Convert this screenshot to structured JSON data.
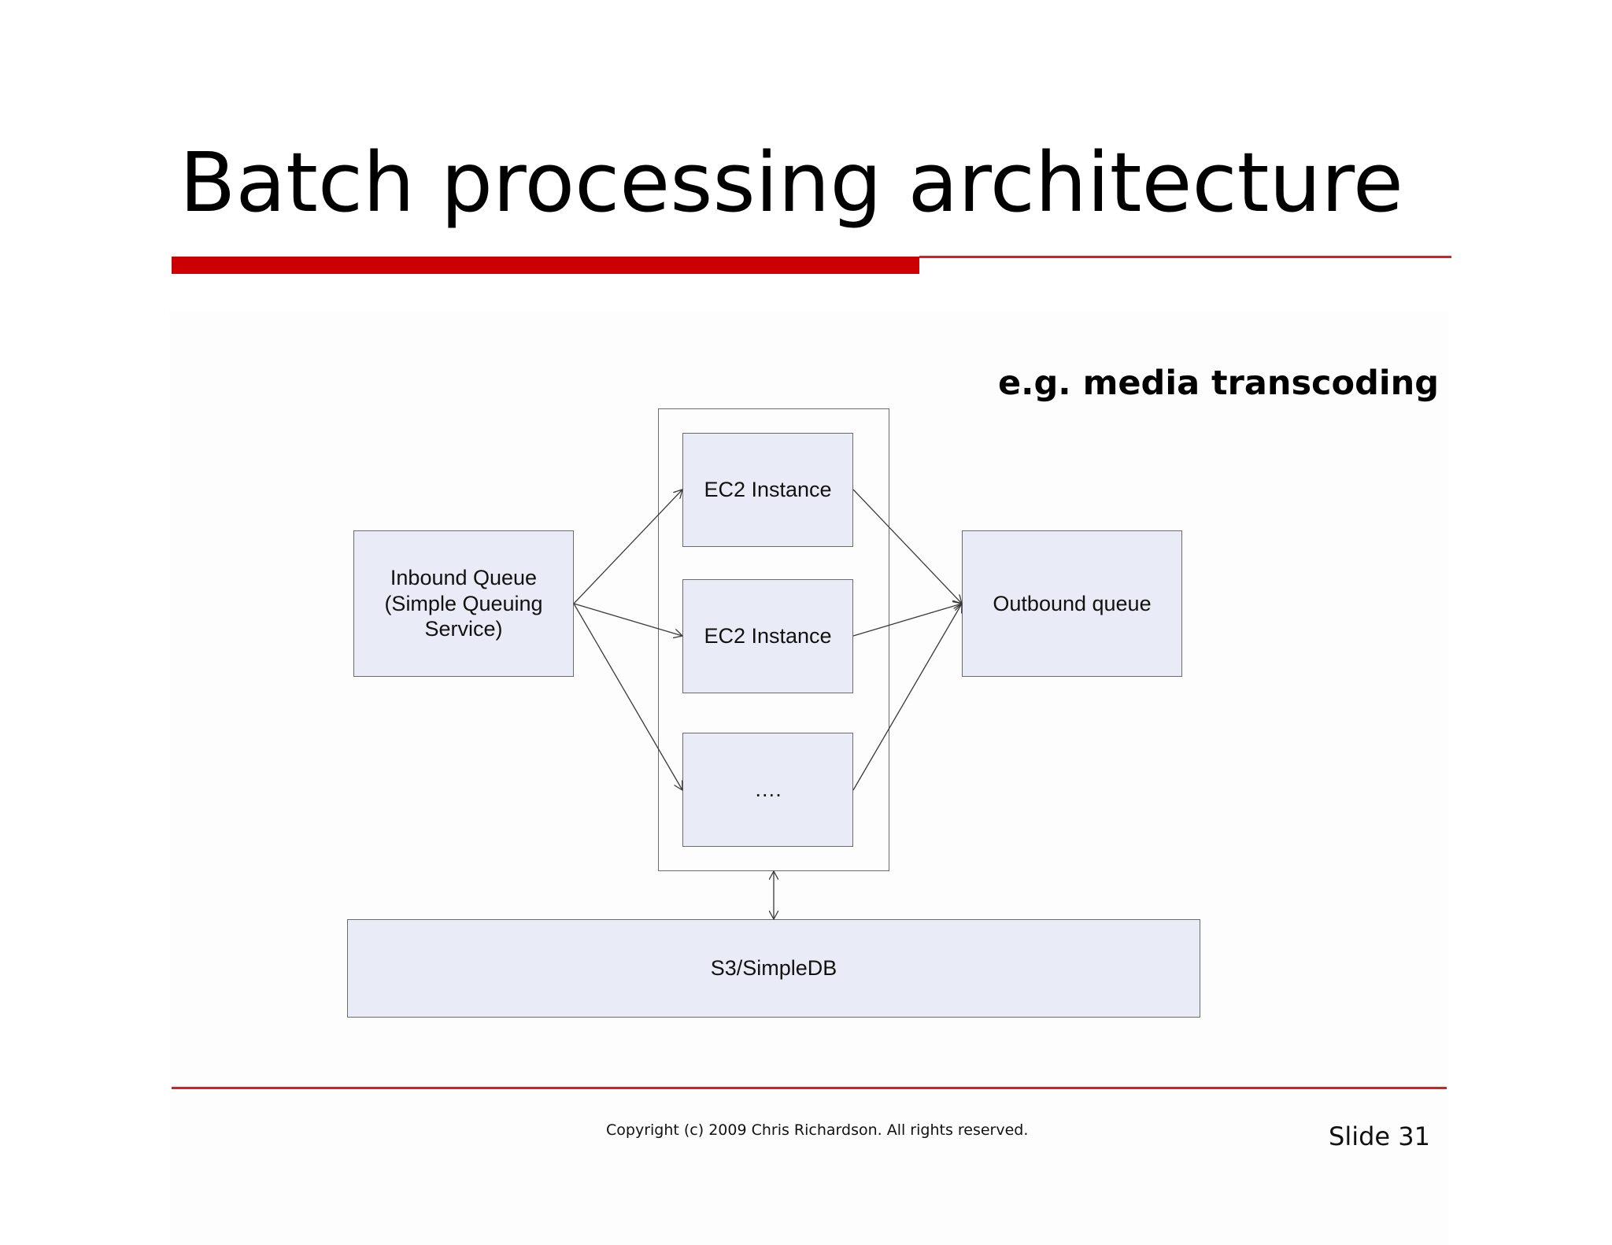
{
  "slide": {
    "title": "Batch processing architecture",
    "subtitle": "e.g. media transcoding",
    "accent_color": "#cc0000"
  },
  "diagram": {
    "nodes": {
      "inbound_queue": "Inbound Queue\n(Simple Queuing\nService)",
      "ec2_instance_1": "EC2 Instance",
      "ec2_instance_2": "EC2 Instance",
      "ec2_more": "….",
      "outbound_queue": "Outbound queue",
      "storage": "S3/SimpleDB"
    },
    "edges": [
      {
        "from": "inbound_queue",
        "to": "ec2_instance_1"
      },
      {
        "from": "inbound_queue",
        "to": "ec2_instance_2"
      },
      {
        "from": "inbound_queue",
        "to": "ec2_more"
      },
      {
        "from": "ec2_instance_1",
        "to": "outbound_queue"
      },
      {
        "from": "ec2_instance_2",
        "to": "outbound_queue"
      },
      {
        "from": "ec2_more",
        "to": "outbound_queue"
      },
      {
        "from": "ec2_group",
        "to": "storage",
        "bidirectional": true
      }
    ],
    "box_fill": "#e9ecf7"
  },
  "footer": {
    "copyright": "Copyright (c) 2009 Chris Richardson. All rights reserved.",
    "slide_number": "Slide 31"
  }
}
